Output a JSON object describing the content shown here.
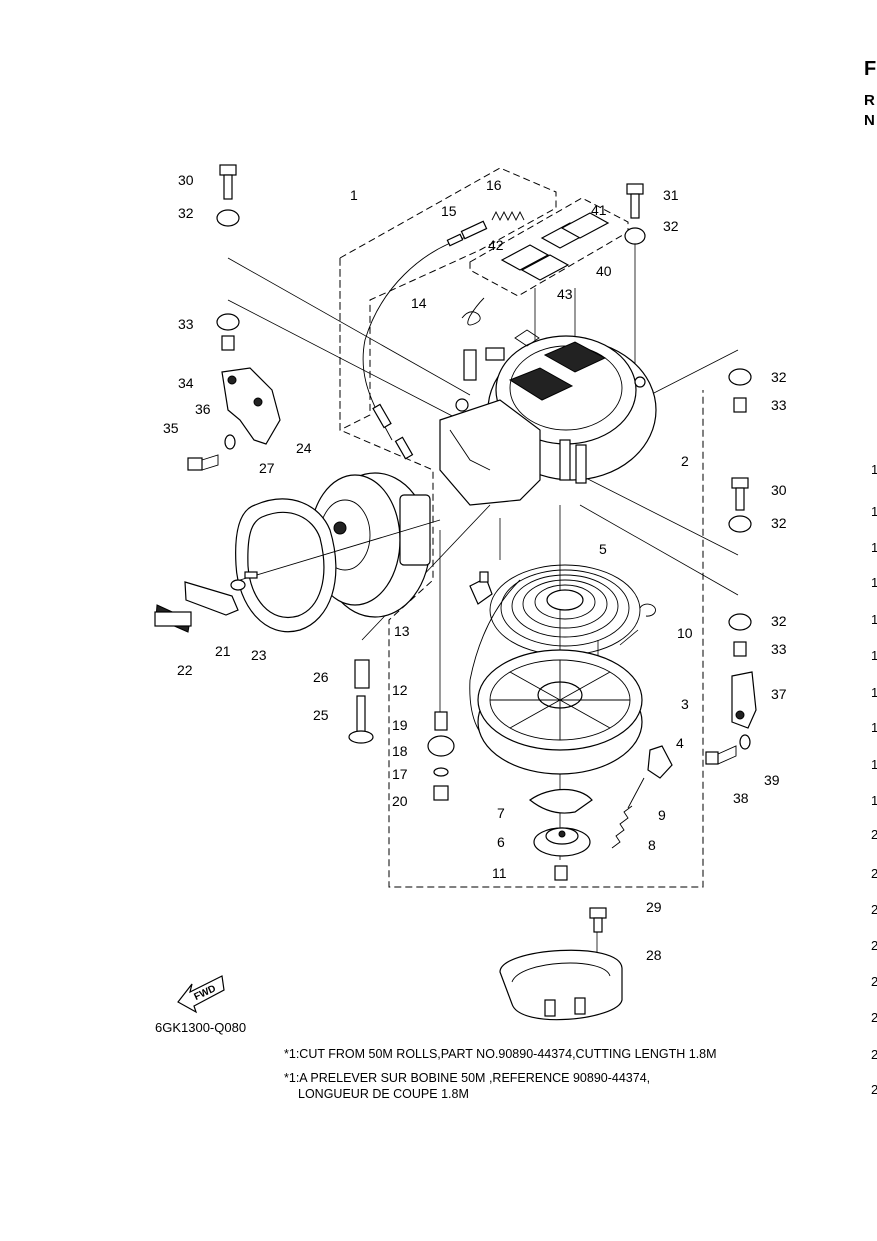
{
  "diagram": {
    "part_labels": [
      "1",
      "2",
      "3",
      "4",
      "5",
      "6",
      "7",
      "8",
      "9",
      "10",
      "11",
      "12",
      "13",
      "14",
      "15",
      "16",
      "17",
      "18",
      "19",
      "20",
      "21",
      "22",
      "23",
      "24",
      "25",
      "26",
      "27",
      "28",
      "29",
      "30",
      "30",
      "31",
      "32",
      "32",
      "32",
      "32",
      "32",
      "33",
      "33",
      "33",
      "34",
      "35",
      "36",
      "37",
      "38",
      "39",
      "40",
      "41",
      "42",
      "43"
    ],
    "fwd_label": "FWD",
    "figure_code": "6GK1300-Q080"
  },
  "notes": {
    "en": "*1:CUT FROM 50M ROLLS,PART NO.90890-44374,CUTTING LENGTH 1.8M",
    "fr_line1": "*1:A PRELEVER SUR BOBINE 50M ,REFERENCE 90890-44374,",
    "fr_line2": "LONGUEUR DE COUPE 1.8M"
  },
  "edge": {
    "header": [
      "F",
      "R",
      "N"
    ],
    "numbers": [
      "1",
      "1",
      "1",
      "1",
      "1",
      "1",
      "1",
      "1",
      "1",
      "1",
      "2",
      "2",
      "2",
      "2",
      "2",
      "2",
      "2",
      "2"
    ]
  }
}
